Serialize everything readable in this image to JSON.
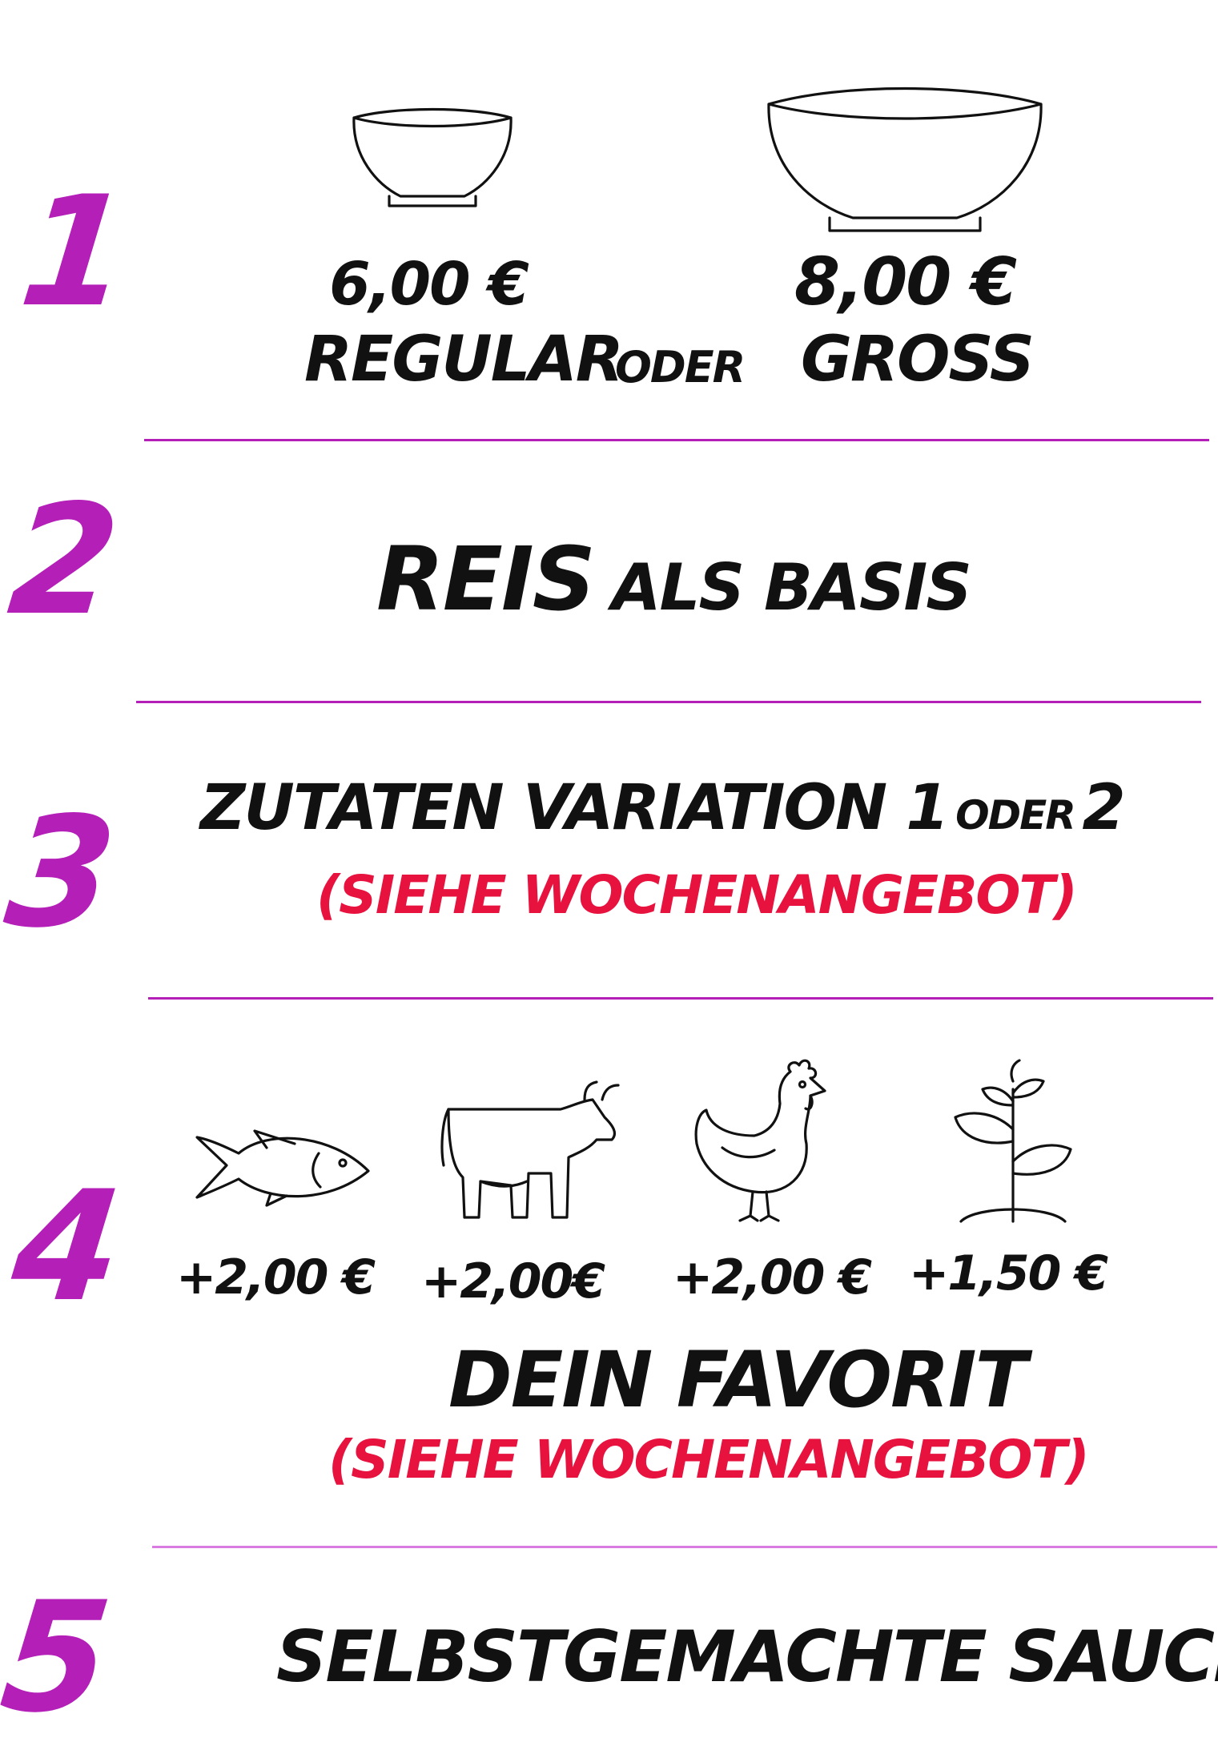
{
  "steps": {
    "s1": {
      "number": "1",
      "regular_price": "6,00 €",
      "regular_label": "REGULAR",
      "or_label": "ODER",
      "large_price": "8,00 €",
      "large_label": "GROß"
    },
    "s2": {
      "number": "2",
      "main": "REIS",
      "rest": "ALS BASIS"
    },
    "s3": {
      "number": "3",
      "main": "ZUTATEN VARIATION 1",
      "or_label": "ODER",
      "two": "2",
      "note": "(SIEHE WOCHENANGEBOT)"
    },
    "s4": {
      "number": "4",
      "prices": [
        "+2,00 €",
        "+2,00€",
        "+2,00 €",
        "+1,50 €"
      ],
      "title": "DEIN FAVORIT",
      "note": "(SIEHE WOCHENANGEBOT)"
    },
    "s5": {
      "number": "5",
      "title": "SELBSTGEMACHTE SAUCE"
    }
  },
  "icons": [
    "bowl-small-icon",
    "bowl-large-icon",
    "fish-icon",
    "cow-icon",
    "chicken-icon",
    "plant-icon"
  ],
  "colors": {
    "accent": "#b41fb8",
    "note": "#e8123f",
    "text": "#111111",
    "background": "#ffffff"
  }
}
